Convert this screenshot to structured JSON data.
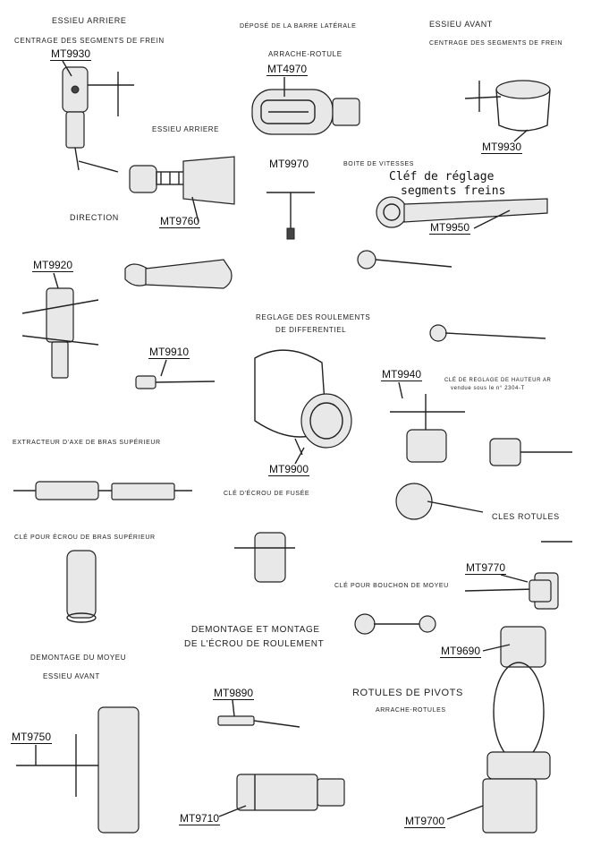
{
  "labels": {
    "essieu_arriere_top": "ESSIEU ARRIERE",
    "centrage_frein_left": "CENTRAGE DES SEGMENTS DE FREIN",
    "depose_barre": "DÉPOSÉ DE LA BARRE LATÉRALE",
    "arrache_rotule": "ARRACHE-ROTULE",
    "essieu_avant_top": "ESSIEU AVANT",
    "centrage_frein_right": "CENTRAGE DES SEGMENTS DE FREIN",
    "essieu_arriere_mid": "ESSIEU ARRIERE",
    "direction": "DIRECTION",
    "boite_vitesses": "BOITE DE VITESSES",
    "clef_reglage_1": "Cléf de réglage",
    "clef_reglage_2": "segments freins",
    "reglage_roulements_1": "REGLAGE DES ROULEMENTS",
    "reglage_roulements_2": "DE DIFFERENTIEL",
    "cle_hauteur_1": "CLÉ DE REGLAGE DE HAUTEUR AR",
    "cle_hauteur_2": "vendue sous le n° 2304-T",
    "extracteur_axe": "EXTRACTEUR D'AXE DE BRAS SUPÉRIEUR",
    "cle_ecrou_fusee": "CLÉ D'ÉCROU DE FUSÉE",
    "cles_rotules": "CLES ROTULES",
    "cle_ecrou_bras": "CLÉ POUR ÉCROU DE BRAS SUPÉRIEUR",
    "cle_bouchon_moyeu": "CLÉ POUR BOUCHON DE MOYEU",
    "demontage_ecrou_1": "DEMONTAGE ET MONTAGE",
    "demontage_ecrou_2": "DE L'ÉCROU DE ROULEMENT",
    "demontage_moyeu": "DEMONTAGE DU MOYEU",
    "essieu_avant_low": "ESSIEU AVANT",
    "rotules_pivots": "ROTULES DE PIVOTS",
    "arrache_rotules": "ARRACHE-ROTULES"
  },
  "codes": {
    "mt9930_left": "MT9930",
    "mt4970": "MT4970",
    "mt9930_right": "MT9930",
    "mt9970": "MT9970",
    "mt9760": "MT9760",
    "mt9950": "MT9950",
    "mt9920": "MT9920",
    "mt9910": "MT9910",
    "mt9940": "MT9940",
    "mt9900": "MT9900",
    "mt9770": "MT9770",
    "mt9690": "MT9690",
    "mt9890": "MT9890",
    "mt9750": "MT9750",
    "mt9710": "MT9710",
    "mt9700": "MT9700"
  }
}
